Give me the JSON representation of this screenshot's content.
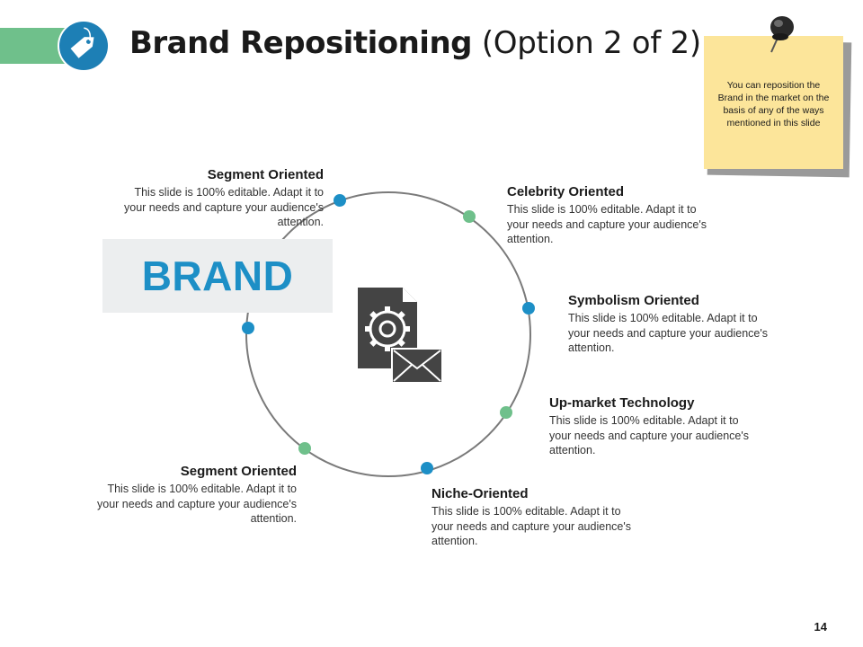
{
  "header": {
    "title_main": "Brand Repositioning",
    "title_sub": "(Option 2 of 2)",
    "icon": "price-tag-icon",
    "accent_green": "#6fc08b",
    "accent_blue": "#1d7fb5"
  },
  "note": {
    "text": "You can reposition the Brand in the market on the basis of any of the ways mentioned in this slide",
    "color": "#fce59a"
  },
  "brand": {
    "label": "BRAND",
    "color": "#1d8fc6"
  },
  "center_icon": "document-gear-envelope-icon",
  "items": [
    {
      "title": "Segment Oriented",
      "desc": "This slide is 100% editable. Adapt it to your needs and capture your audience's attention."
    },
    {
      "title": "Celebrity Oriented",
      "desc": "This slide is 100% editable. Adapt it to your needs and capture your audience's attention."
    },
    {
      "title": "Symbolism Oriented",
      "desc": "This slide is 100% editable. Adapt it to your needs and capture your audience's attention."
    },
    {
      "title": "Up-market Technology",
      "desc": "This slide is 100% editable. Adapt it to your needs and capture your audience's attention."
    },
    {
      "title": "Niche-Oriented",
      "desc": "This slide is 100% editable. Adapt it to your needs and capture your audience's attention."
    },
    {
      "title": "Segment Oriented",
      "desc": "This slide is 100% editable. Adapt it to your needs and capture your audience's attention."
    }
  ],
  "dot_colors": {
    "blue": "#1d8fc6",
    "green": "#6fc08b"
  },
  "page_number": "14"
}
